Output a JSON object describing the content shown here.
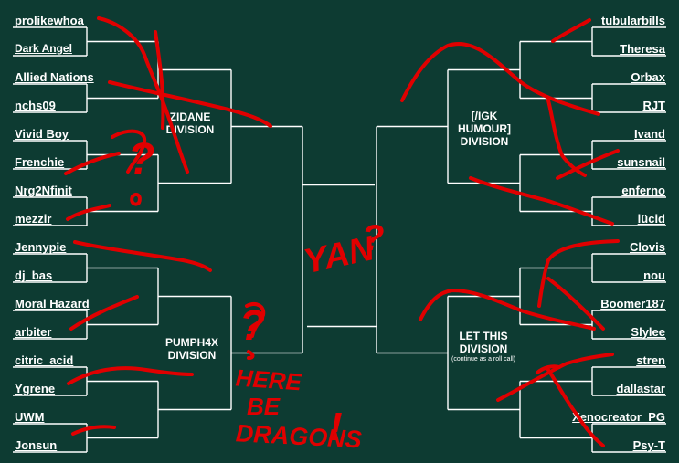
{
  "left_entrants": [
    "prolikewhoa",
    "Dark Angel",
    "Allied Nations",
    "nchs09",
    "Vivid Boy",
    "Frenchie",
    "Nrg2Nfinit",
    "mezzir",
    "Jennypie",
    "dj_bas",
    "Moral Hazard",
    "arbiter",
    "citric_acid",
    "Ygrene",
    "UWM",
    "Jonsun"
  ],
  "right_entrants": [
    "tubularbills",
    "Theresa",
    "Orbax",
    "RJT",
    "Ivand",
    "sunsnail",
    "enferno",
    "lücid",
    "Clovis",
    "nou",
    "Boomer187",
    "Slylee",
    "stren",
    "dallastar",
    "Xenocreator_PG",
    "Psy-T"
  ],
  "divisions": {
    "top_left": [
      "ZIDANE",
      "DIVISION"
    ],
    "bottom_left": [
      "PUMPH4X",
      "DIVISION"
    ],
    "top_right": [
      "[/IGK",
      "HUMOUR]",
      "DIVISION"
    ],
    "bottom_right": [
      "LET THIS",
      "DIVISION"
    ],
    "bottom_right_note": "(continue as a roll call)"
  },
  "graffiti": {
    "yan": "YAN",
    "yan_mark": "?",
    "question_left": "?",
    "here": "HERE",
    "be": "BE",
    "dragons": "DRAGONS",
    "dragons_mark": "!",
    "question_mid": "?"
  },
  "colors": {
    "background": "#0d3b32",
    "lines": "#ffffff",
    "scribble": "#e00000"
  }
}
